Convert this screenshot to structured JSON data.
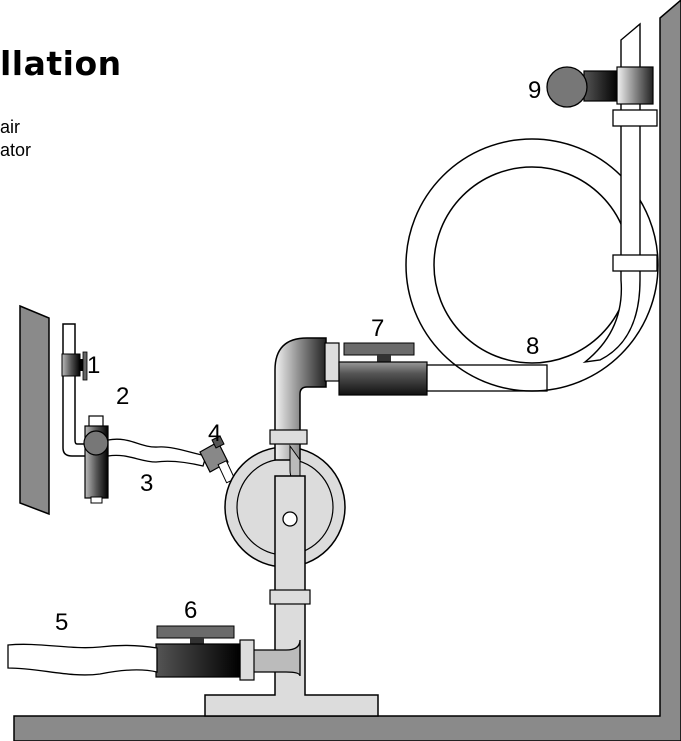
{
  "title": "llation",
  "description_lines": [
    "air",
    "ator"
  ],
  "callouts": [
    {
      "id": "1",
      "label": "1"
    },
    {
      "id": "2",
      "label": "2"
    },
    {
      "id": "3",
      "label": "3"
    },
    {
      "id": "4",
      "label": "4"
    },
    {
      "id": "5",
      "label": "5"
    },
    {
      "id": "6",
      "label": "6"
    },
    {
      "id": "7",
      "label": "7"
    },
    {
      "id": "8",
      "label": "8"
    },
    {
      "id": "9",
      "label": "9"
    }
  ],
  "colors": {
    "wall": "#8a8a8a",
    "pipe": "#dcdcdc",
    "pump_body": "#d9d9d9",
    "valve_dark": "#333333",
    "valve_handle": "#6b6b6b"
  }
}
